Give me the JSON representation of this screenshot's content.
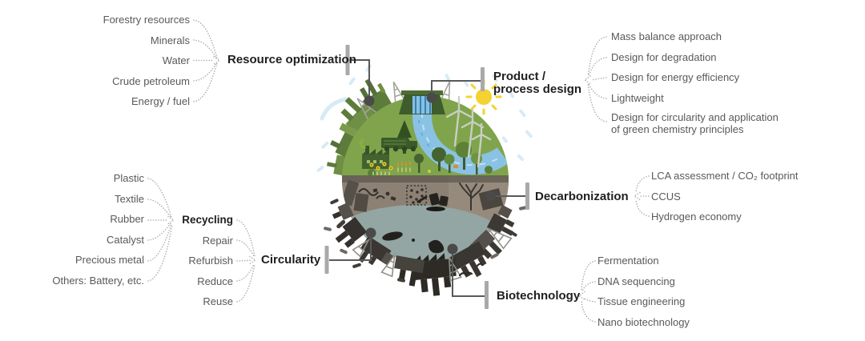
{
  "diagram_title": "Sustainability strategy map around eco-industrial planet",
  "sections": {
    "resource_optimization": {
      "label": "Resource optimization",
      "items": [
        "Forestry resources",
        "Minerals",
        "Water",
        "Crude petroleum",
        "Energy / fuel"
      ]
    },
    "recycling": {
      "label": "Recycling",
      "items": [
        "Plastic",
        "Textile",
        "Rubber",
        "Catalyst",
        "Precious metal",
        "Others: Battery, etc."
      ]
    },
    "circularity": {
      "label": "Circularity",
      "items": [
        "Repair",
        "Refurbish",
        "Reduce",
        "Reuse"
      ]
    },
    "product_process_design": {
      "label_line1": "Product /",
      "label_line2": "process design",
      "items": [
        "Mass balance approach",
        "Design for degradation",
        "Design for energy efficiency",
        "Lightweight",
        "Design for circularity and application of green chemistry principles"
      ]
    },
    "decarbonization": {
      "label": "Decarbonization",
      "items": [
        "LCA assessment / CO₂ footprint",
        "CCUS",
        "Hydrogen economy"
      ]
    },
    "biotechnology": {
      "label": "Biotechnology",
      "items": [
        "Fermentation",
        "DNA sequencing",
        "Tissue engineering",
        "Nano biotechnology"
      ]
    }
  },
  "illustration": {
    "center_icon": "eco-industrial-planet-icon",
    "top_half": "green nature: dam, river, forests, wind turbines, green factory",
    "bottom_half": "polluted industry: soil, waste, oil, dark factories"
  },
  "colors": {
    "background": "#ffffff",
    "item_text": "#595959",
    "heading_text": "#1f1f1f",
    "dotted_curve": "#a9a9a9",
    "connector_line": "#595959",
    "connector_dot": "#4a4a4a",
    "anchor_bar": "#a9a9a9",
    "globe_green": "#80a44c",
    "globe_soil": "#8c8174",
    "globe_water": "#93a6a3",
    "river_blue": "#8ac2e4",
    "sun_yellow": "#f4d231",
    "dark_industry": "#35322d",
    "eco_factory_green": "#5d7c3b",
    "sky_mark_blue": "#d7ebf6"
  }
}
